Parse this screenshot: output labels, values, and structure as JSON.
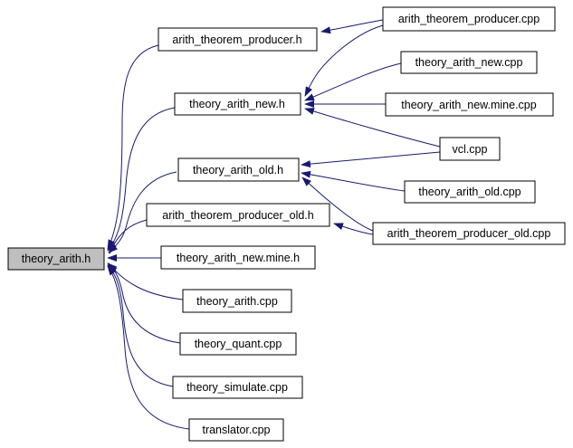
{
  "graph": {
    "type": "include-dependency-graph",
    "focus_node": "theory_arith.h",
    "colors": {
      "edge": "#191970",
      "node_fill": "#ffffff",
      "node_border": "#000000",
      "focus_node_fill": "#bfbfbf",
      "background": "#ffffff",
      "text": "#000000"
    },
    "nodes": {
      "theory_arith_h": {
        "label": "theory_arith.h"
      },
      "arith_theorem_producer_h": {
        "label": "arith_theorem_producer.h"
      },
      "theory_arith_new_h": {
        "label": "theory_arith_new.h"
      },
      "theory_arith_old_h": {
        "label": "theory_arith_old.h"
      },
      "arith_theorem_producer_old_h": {
        "label": "arith_theorem_producer_old.h"
      },
      "theory_arith_new_mine_h": {
        "label": "theory_arith_new.mine.h"
      },
      "theory_arith_cpp": {
        "label": "theory_arith.cpp"
      },
      "theory_quant_cpp": {
        "label": "theory_quant.cpp"
      },
      "theory_simulate_cpp": {
        "label": "theory_simulate.cpp"
      },
      "translator_cpp": {
        "label": "translator.cpp"
      },
      "arith_theorem_producer_cpp": {
        "label": "arith_theorem_producer.cpp"
      },
      "theory_arith_new_cpp": {
        "label": "theory_arith_new.cpp"
      },
      "theory_arith_new_mine_cpp": {
        "label": "theory_arith_new.mine.cpp"
      },
      "vcl_cpp": {
        "label": "vcl.cpp"
      },
      "theory_arith_old_cpp": {
        "label": "theory_arith_old.cpp"
      },
      "arith_theorem_producer_old_cpp": {
        "label": "arith_theorem_producer_old.cpp"
      }
    },
    "edges": [
      {
        "from": "arith_theorem_producer.h",
        "to": "theory_arith.h"
      },
      {
        "from": "theory_arith_new.h",
        "to": "theory_arith.h"
      },
      {
        "from": "theory_arith_old.h",
        "to": "theory_arith.h"
      },
      {
        "from": "arith_theorem_producer_old.h",
        "to": "theory_arith.h"
      },
      {
        "from": "theory_arith_new.mine.h",
        "to": "theory_arith.h"
      },
      {
        "from": "theory_arith.cpp",
        "to": "theory_arith.h"
      },
      {
        "from": "theory_quant.cpp",
        "to": "theory_arith.h"
      },
      {
        "from": "theory_simulate.cpp",
        "to": "theory_arith.h"
      },
      {
        "from": "translator.cpp",
        "to": "theory_arith.h"
      },
      {
        "from": "arith_theorem_producer.cpp",
        "to": "arith_theorem_producer.h"
      },
      {
        "from": "arith_theorem_producer.cpp",
        "to": "theory_arith_new.h"
      },
      {
        "from": "theory_arith_new.cpp",
        "to": "theory_arith_new.h"
      },
      {
        "from": "theory_arith_new.mine.cpp",
        "to": "theory_arith_new.h"
      },
      {
        "from": "vcl.cpp",
        "to": "theory_arith_new.h"
      },
      {
        "from": "vcl.cpp",
        "to": "theory_arith_old.h"
      },
      {
        "from": "theory_arith_old.cpp",
        "to": "theory_arith_old.h"
      },
      {
        "from": "arith_theorem_producer_old.cpp",
        "to": "theory_arith_old.h"
      },
      {
        "from": "arith_theorem_producer_old.cpp",
        "to": "arith_theorem_producer_old.h"
      }
    ]
  }
}
